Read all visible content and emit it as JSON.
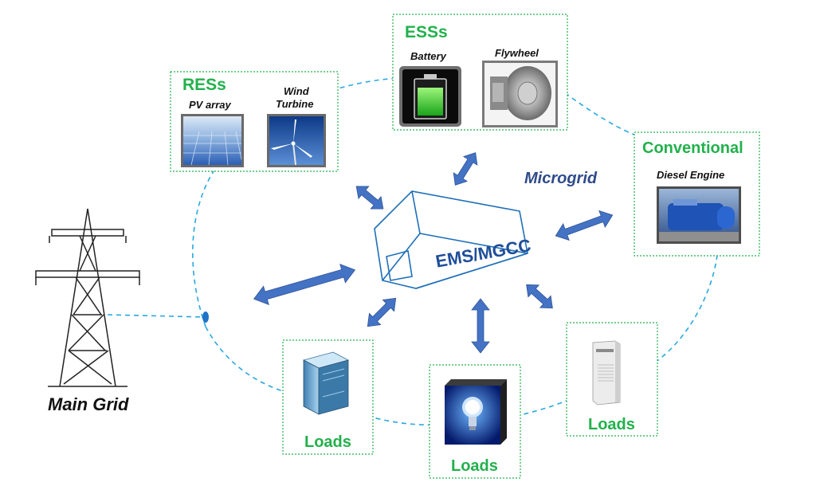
{
  "groups": {
    "ress": {
      "title": "RESs",
      "pv": "PV array",
      "wind_line1": "Wind",
      "wind_line2": "Turbine"
    },
    "esss": {
      "title": "ESSs",
      "battery": "Battery",
      "flywheel": "Flywheel"
    },
    "conventional": {
      "title": "Conventional",
      "diesel": "Diesel Engine"
    }
  },
  "center": {
    "ems": "EMS/MGCC",
    "microgrid": "Microgrid"
  },
  "loads": {
    "left": "Loads",
    "center": "Loads",
    "right": "Loads"
  },
  "main_grid": "Main Grid",
  "colors": {
    "group_green": "#22b14c",
    "dashed_link": "#29a8e0",
    "arrow_blue": "#4472c4",
    "microgrid_text": "#2f4b8a"
  },
  "icons": [
    "battery-icon",
    "flywheel-icon",
    "solar-panel-icon",
    "wind-turbine-icon",
    "diesel-engine-icon",
    "server-icon",
    "light-bulb-icon",
    "air-conditioner-icon",
    "transmission-tower-icon"
  ]
}
